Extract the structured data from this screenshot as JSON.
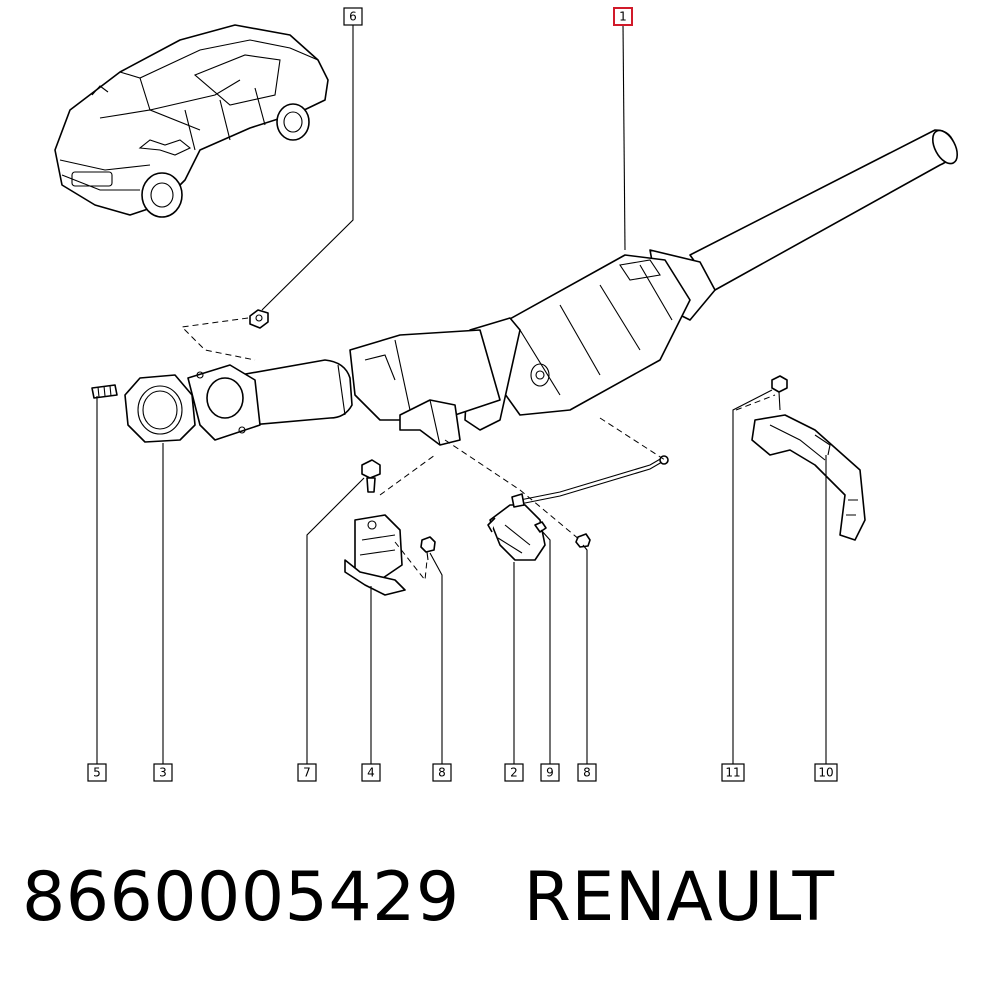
{
  "callouts": [
    {
      "id": "c1",
      "label": "1",
      "highlight": true
    },
    {
      "id": "c6",
      "label": "6"
    },
    {
      "id": "c5",
      "label": "5"
    },
    {
      "id": "c3",
      "label": "3"
    },
    {
      "id": "c7",
      "label": "7"
    },
    {
      "id": "c4",
      "label": "4"
    },
    {
      "id": "c8a",
      "label": "8"
    },
    {
      "id": "c2",
      "label": "2"
    },
    {
      "id": "c9",
      "label": "9"
    },
    {
      "id": "c8b",
      "label": "8"
    },
    {
      "id": "c11",
      "label": "11"
    },
    {
      "id": "c10",
      "label": "10"
    }
  ],
  "caption": {
    "part_number": "8660005429",
    "brand": "RENAULT"
  },
  "colors": {
    "highlight": "#d11a2a",
    "ink": "#000000",
    "background": "#ffffff"
  }
}
